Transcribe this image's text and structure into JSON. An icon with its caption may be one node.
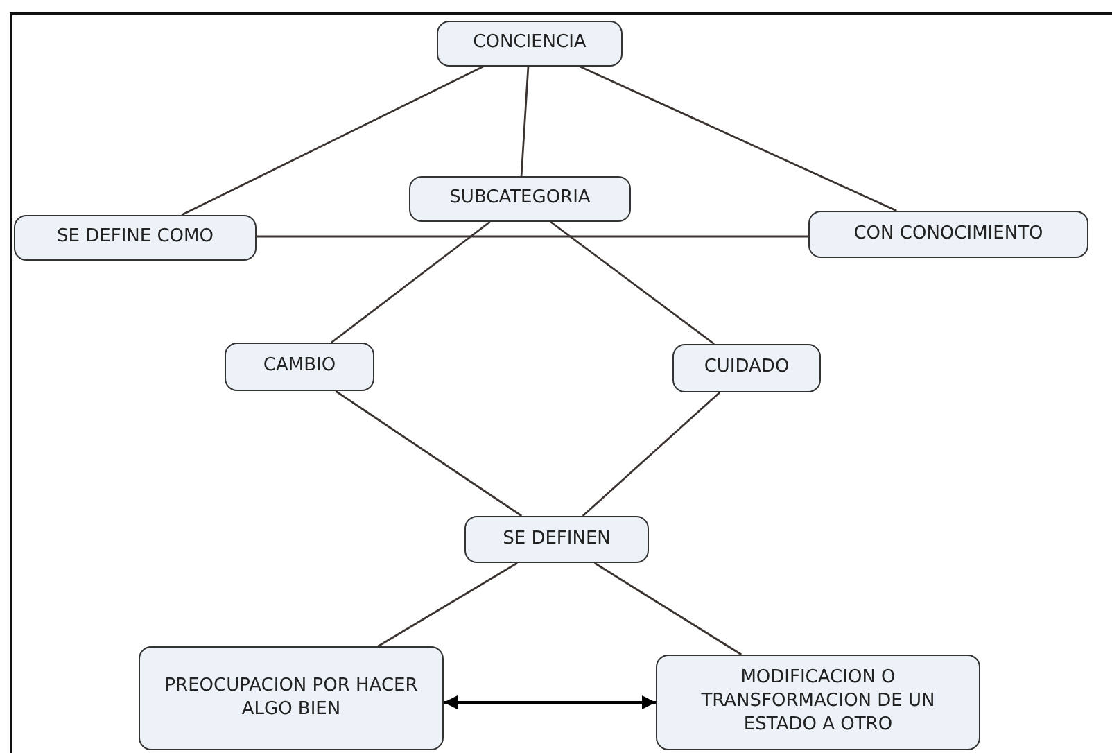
{
  "diagram": {
    "nodes": [
      {
        "text": [
          "CONCIENCIA"
        ]
      },
      {
        "text": [
          "SE DEFINE COMO"
        ]
      },
      {
        "text": [
          "SUBCATEGORIA"
        ]
      },
      {
        "text": [
          "CON CONOCIMIENTO"
        ]
      },
      {
        "text": [
          "CAMBIO"
        ]
      },
      {
        "text": [
          "CUIDADO"
        ]
      },
      {
        "text": [
          "SE DEFINEN"
        ]
      },
      {
        "text": [
          "PREOCUPACION POR HACER ALGO BIEN"
        ]
      },
      {
        "text": [
          "MODIFICACION O TRANSFORMACION DE UN ESTADO A OTRO"
        ]
      }
    ],
    "edges": [
      {
        "from": 0,
        "to": 1,
        "arrow": "none"
      },
      {
        "from": 0,
        "to": 2,
        "arrow": "none"
      },
      {
        "from": 0,
        "to": 3,
        "arrow": "none"
      },
      {
        "from": 1,
        "to": 3,
        "arrow": "none"
      },
      {
        "from": 2,
        "to": 4,
        "arrow": "none"
      },
      {
        "from": 2,
        "to": 5,
        "arrow": "none"
      },
      {
        "from": 4,
        "to": 6,
        "arrow": "none"
      },
      {
        "from": 5,
        "to": 6,
        "arrow": "none"
      },
      {
        "from": 6,
        "to": 7,
        "arrow": "none"
      },
      {
        "from": 6,
        "to": 8,
        "arrow": "none"
      },
      {
        "from": 7,
        "to": 8,
        "arrow": "both"
      }
    ]
  }
}
